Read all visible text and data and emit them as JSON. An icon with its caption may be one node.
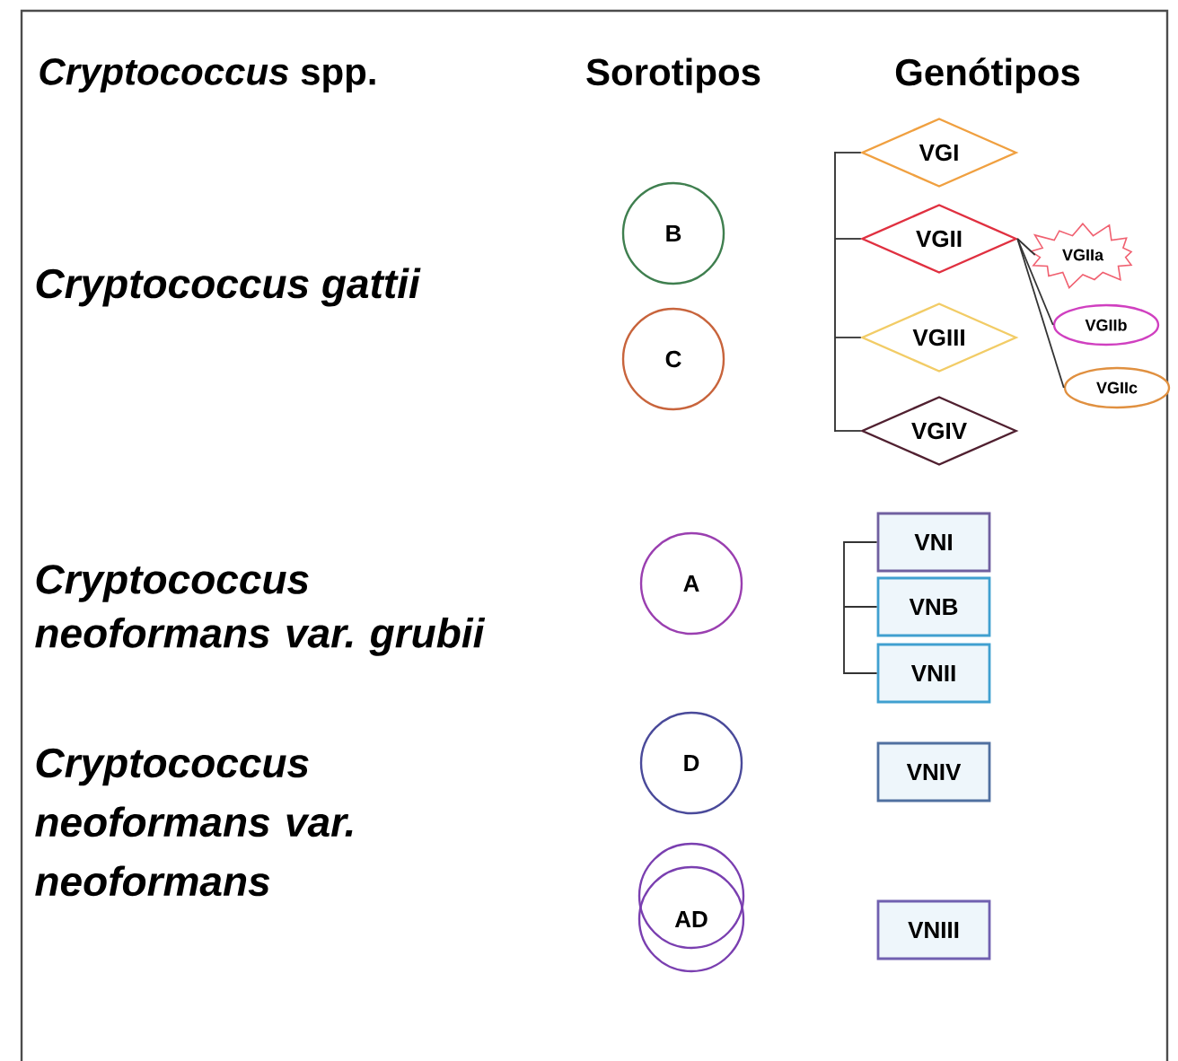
{
  "diagram": {
    "nodes": [
      {
        "text": [
          "B"
        ]
      },
      {
        "text": [
          "C"
        ]
      },
      {
        "text": [
          "A"
        ]
      },
      {
        "text": [
          "D"
        ]
      },
      {
        "text": [
          "AD"
        ]
      },
      {
        "text": [
          "VGI"
        ]
      },
      {
        "text": [
          "VGII"
        ]
      },
      {
        "text": [
          "VGIII"
        ]
      },
      {
        "text": [
          "VGIV"
        ]
      },
      {
        "text": [
          "VGIIa"
        ]
      },
      {
        "text": [
          "VGIIb"
        ]
      },
      {
        "text": [
          "VGIIc"
        ]
      },
      {
        "text": [
          "VNI"
        ]
      },
      {
        "text": [
          "VNB"
        ]
      },
      {
        "text": [
          "VNII"
        ]
      },
      {
        "text": [
          "VNIV"
        ]
      },
      {
        "text": [
          "VNIII"
        ]
      },
      {
        "text": [],
        "shape": "bar"
      },
      {
        "text": [],
        "shape": "bar"
      }
    ],
    "edges": [
      {
        "from": 6,
        "to": 9,
        "arrow": "none"
      },
      {
        "from": 6,
        "to": 10,
        "arrow": "none"
      },
      {
        "from": 6,
        "to": 11,
        "arrow": "none"
      },
      {
        "from": 17,
        "to": 5,
        "arrow": "none"
      },
      {
        "from": 17,
        "to": 6,
        "arrow": "none"
      },
      {
        "from": 17,
        "to": 7,
        "arrow": "none"
      },
      {
        "from": 17,
        "to": 8,
        "arrow": "none"
      },
      {
        "from": 18,
        "to": 12,
        "arrow": "none"
      },
      {
        "from": 18,
        "to": 13,
        "arrow": "none"
      },
      {
        "from": 18,
        "to": 14,
        "arrow": "none"
      }
    ],
    "labels": [
      "*Cryptococcus* spp.",
      "Sorotipos",
      "Genótipos",
      "Cryptococcus gattii",
      "Cryptococcus neoformans var. grubii",
      "Cryptococcus neoformans var. neoformans"
    ]
  }
}
